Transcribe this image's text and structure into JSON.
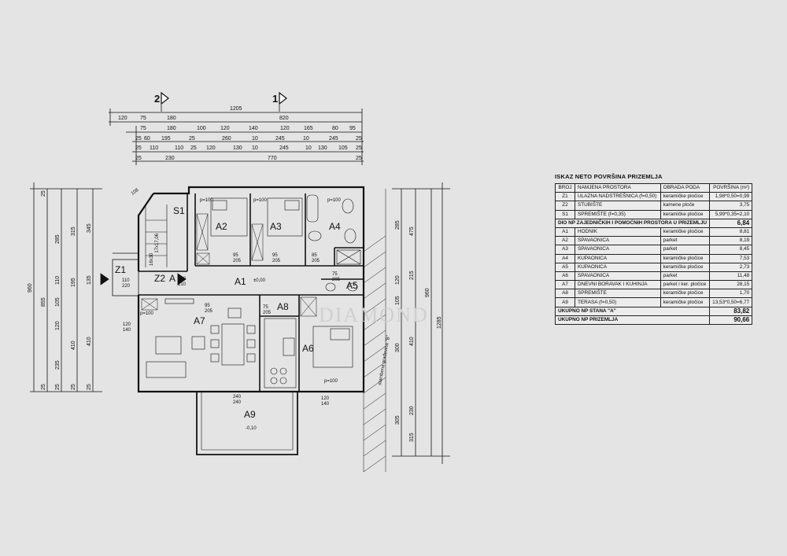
{
  "plan": {
    "section_markers": [
      "2",
      "1"
    ],
    "north_label": "A",
    "top_dims": {
      "row1": [
        "1205"
      ],
      "row2": [
        "120",
        "75",
        "180",
        "820"
      ],
      "row3": [
        "75",
        "180",
        "100",
        "120",
        "140",
        "120",
        "165",
        "80",
        "95"
      ],
      "row4": [
        "25",
        "60",
        "195",
        "25",
        "260",
        "10",
        "245",
        "10",
        "245",
        "25"
      ],
      "row5": [
        "25",
        "110",
        "110",
        "25",
        "120",
        "130",
        "10",
        "245",
        "10",
        "130",
        "105",
        "25"
      ],
      "row6": [
        "25",
        "230",
        "770",
        "25"
      ]
    },
    "left_dims": {
      "col1": [
        "960"
      ],
      "col2": [
        "855",
        "25",
        "25"
      ],
      "col3": [
        "285",
        "110",
        "105",
        "120",
        "235",
        "25"
      ],
      "col4": [
        "315",
        "195",
        "410",
        "25"
      ],
      "col5": [
        "345",
        "135",
        "410",
        "25"
      ]
    },
    "right_dims": {
      "col1": [
        "1285"
      ],
      "col2": [
        "960"
      ],
      "col3": [
        "475",
        "215",
        "410",
        "230",
        "315"
      ],
      "col4": [
        "285",
        "120",
        "105",
        "300",
        "305"
      ]
    },
    "rooms": [
      {
        "id": "Z1",
        "label": "Z1"
      },
      {
        "id": "Z2",
        "label": "Z2"
      },
      {
        "id": "S1",
        "label": "S1"
      },
      {
        "id": "A1",
        "label": "A1"
      },
      {
        "id": "A2",
        "label": "A2"
      },
      {
        "id": "A3",
        "label": "A3"
      },
      {
        "id": "A4",
        "label": "A4"
      },
      {
        "id": "A5",
        "label": "A5"
      },
      {
        "id": "A6",
        "label": "A6"
      },
      {
        "id": "A7",
        "label": "A7"
      },
      {
        "id": "A8",
        "label": "A8"
      },
      {
        "id": "A9",
        "label": "A9"
      }
    ],
    "level_a1": "±0,00",
    "level_a9": "-0,10",
    "notes": {
      "p100": "p=100",
      "door_95_205": "95\n205",
      "door_85_205": "85\n205",
      "door_75_205": "75\n205",
      "door_120_140": "120\n140",
      "door_240_240": "240\n240",
      "z1_dims": "110\n220",
      "z2_dims": "100\n210",
      "stair": "16x30\n17x17,06",
      "stairwell_note": "stambena građevina \"B\"",
      "diag": "108"
    }
  },
  "table": {
    "title": "ISKAZ NETO POVRŠINA PRIZEMLJA",
    "headers": [
      "BROJ",
      "NAMJENA PROSTORA",
      "OBRADA PODA",
      "POVRŠINA (m²)"
    ],
    "rows_common": [
      [
        "Z1",
        "ULAZNA NADSTREŠNICA (f=0,50)",
        "keramičke pločice",
        "1,98*0,50=0,99"
      ],
      [
        "Z2",
        "STUBIŠTE",
        "kamene ploče",
        "3,75"
      ],
      [
        "S1",
        "SPREMIŠTE (f=0,35)",
        "keramičke pločice",
        "5,99*0,35=2,10"
      ]
    ],
    "subtotal_common_label": "DIO NP ZAJEDNIČKIH I POMOĆNIH PROSTORA U PRIZEMLJU",
    "subtotal_common_value": "6,84",
    "rows_unit": [
      [
        "A1",
        "HODNIK",
        "keramičke pločice",
        "8,81"
      ],
      [
        "A2",
        "SPAVAONICA",
        "parket",
        "8,19"
      ],
      [
        "A3",
        "SPAVAONICA",
        "parket",
        "8,45"
      ],
      [
        "A4",
        "KUPAONICA",
        "keramičke pločice",
        "7,53"
      ],
      [
        "A5",
        "KUPAONICA",
        "keramičke pločice",
        "2,73"
      ],
      [
        "A6",
        "SPAVAONICA",
        "parket",
        "11,48"
      ],
      [
        "A7",
        "DNEVNI BORAVAK I KUHINJA",
        "parket i ker. pločice",
        "28,15"
      ],
      [
        "A8",
        "SPREMIŠTE",
        "keramičke pločice",
        "1,70"
      ],
      [
        "A9",
        "TERASA (f=0,50)",
        "keramičke pločice",
        "13,53*0,50=6,77"
      ]
    ],
    "subtotal_unit_label": "UKUPNO NP STANA \"A\"",
    "subtotal_unit_value": "83,82",
    "total_label": "UKUPNO NP PRIZEMLJA",
    "total_value": "90,66"
  },
  "watermark": "DIAMOND"
}
